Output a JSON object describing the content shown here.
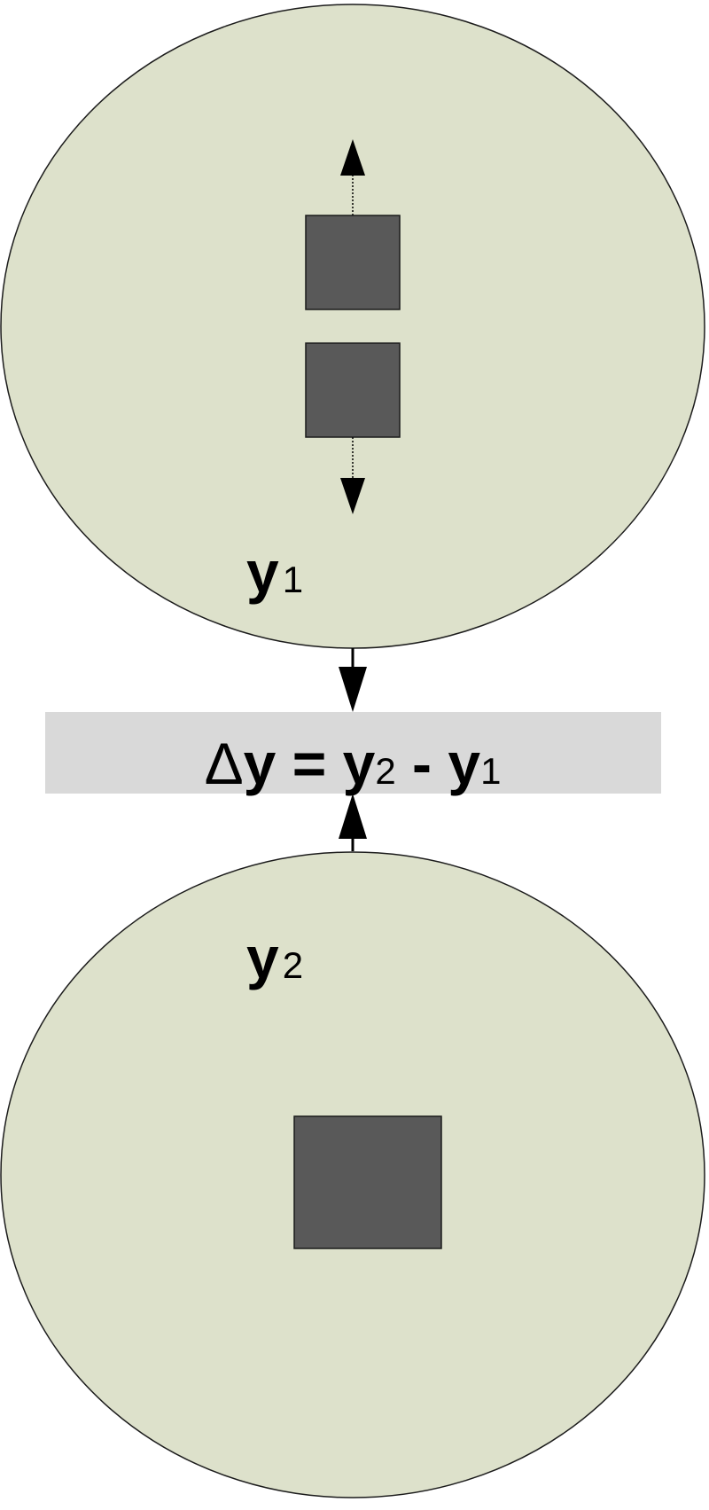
{
  "diagram": {
    "top_cell": {
      "label_var": "y",
      "label_sub": "1"
    },
    "bottom_cell": {
      "label_var": "y",
      "label_sub": "2"
    },
    "equation": {
      "delta": "Δ",
      "var_a": "y",
      "equals": " = ",
      "var_b": "y",
      "sub_b": "2",
      "minus": " - ",
      "var_c": "y",
      "sub_c": "1"
    }
  },
  "colors": {
    "cell_fill": "#dde1cb",
    "block_fill": "#595959",
    "band_fill": "#d9d9d9"
  }
}
